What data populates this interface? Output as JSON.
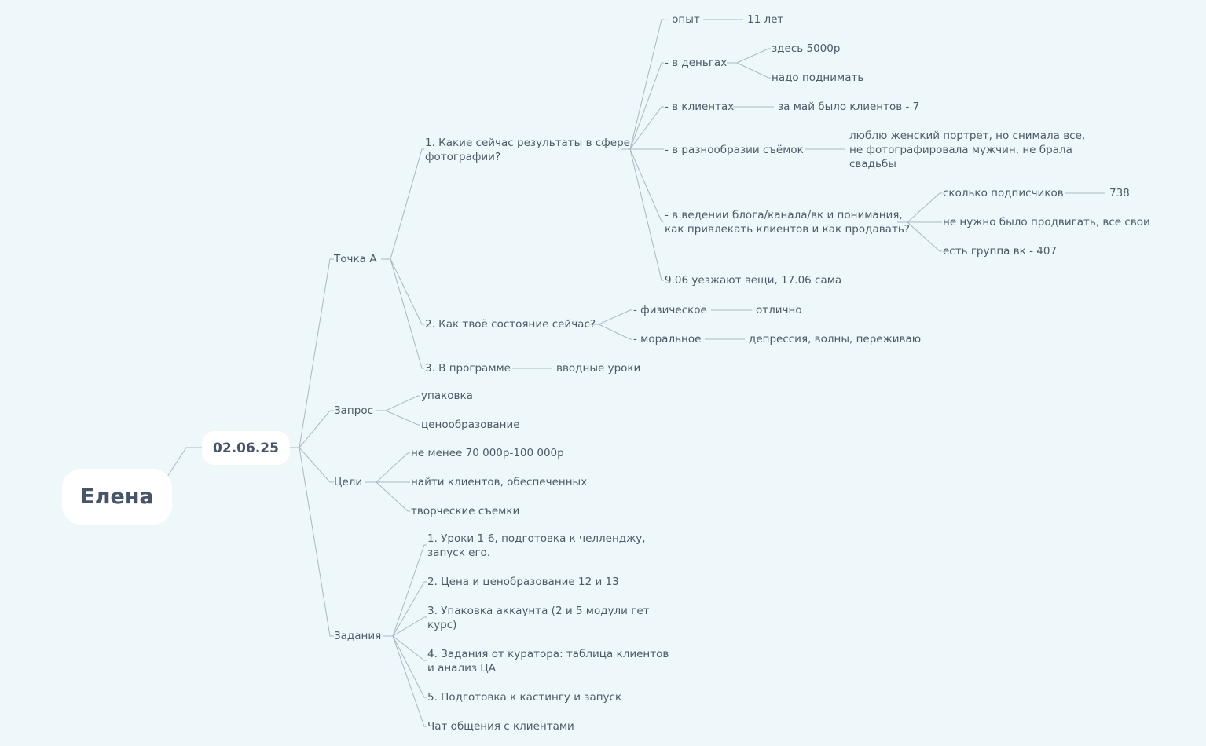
{
  "root": {
    "title": "Елена"
  },
  "date_node": {
    "label": "02.06.25"
  },
  "branches": {
    "tochka_a": {
      "label": "Точка А",
      "q1": {
        "label": "1. Какие сейчас результаты в сфере",
        "label2": "фотографии?",
        "opyt": {
          "label": "- опыт",
          "value": "11 лет"
        },
        "dengi": {
          "label": "- в деньгах",
          "value1": "здесь 5000р",
          "value2": "надо поднимать"
        },
        "klienty": {
          "label": "- в клиентах",
          "value": "за май было клиентов - 7"
        },
        "raznoobrazie": {
          "label": "- в разнообразии съёмок",
          "value_l1": "люблю женский портрет, но снимала все,",
          "value_l2": "не фотографировала мужчин, не брала",
          "value_l3": "свадьбы"
        },
        "blog": {
          "label_l1": "- в ведении блога/канала/вк и понимания,",
          "label_l2": "как привлекать клиентов и как продавать?",
          "subscribers": {
            "label": "сколько подписчиков",
            "value": "738"
          },
          "no_promo": "не нужно было продвигать, все свои",
          "vk_group": "есть группа вк - 407"
        },
        "move": "9.06 уезжают вещи, 17.06 сама"
      },
      "q2": {
        "label": "2. Как твоё состояние сейчас?",
        "physical": {
          "label": "- физическое",
          "value": "отлично"
        },
        "moral": {
          "label": "- моральное",
          "value": "депрессия, волны, переживаю"
        }
      },
      "q3": {
        "label": "3. В программе",
        "value": "вводные уроки"
      }
    },
    "zapros": {
      "label": "Запрос",
      "items": [
        "упаковка",
        "ценообразование"
      ]
    },
    "celi": {
      "label": "Цели",
      "items": [
        "не менее 70 000р-100 000р",
        "найти клиентов, обеспеченных",
        "творческие съемки"
      ]
    },
    "zadaniya": {
      "label": "Задания",
      "t1_l1": "1. Уроки 1-6, подготовка к челленджу,",
      "t1_l2": "запуск его.",
      "t2": "2. Цена и ценобразование 12 и 13",
      "t3_l1": "3. Упаковка аккаунта (2 и 5 модули гет",
      "t3_l2": "курс)",
      "t4_l1": "4. Задания от куратора: таблица клиентов",
      "t4_l2": "и анализ ЦА",
      "t5": "5. Подготовка к кастингу и запуск",
      "t6": "Чат общения с клиентами"
    }
  }
}
